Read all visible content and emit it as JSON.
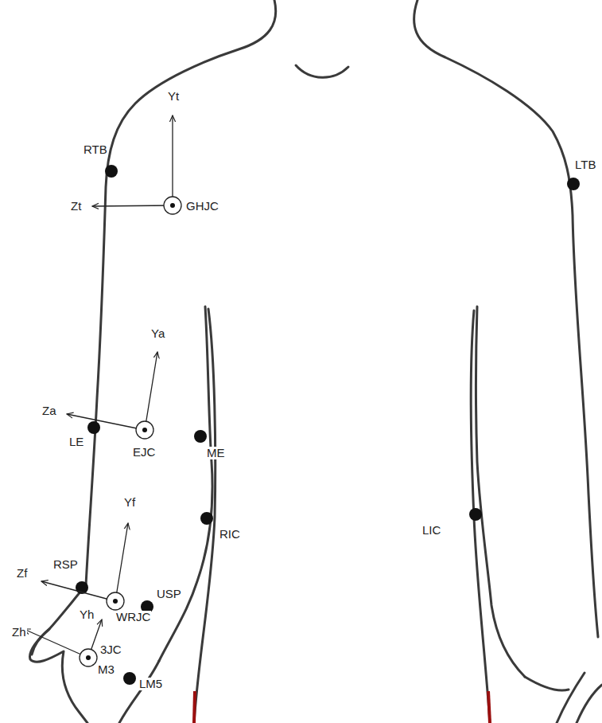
{
  "diagram": {
    "labels": [
      "Yt",
      "RTB",
      "Zt",
      "GHJC",
      "LTB",
      "Ya",
      "Za",
      "LE",
      "EJC",
      "ME",
      "Yf",
      "RIC",
      "LIC",
      "Zf",
      "RSP",
      "Yh",
      "WRJC",
      "USP",
      "Zh",
      "3JC",
      "M3",
      "LM5"
    ]
  }
}
